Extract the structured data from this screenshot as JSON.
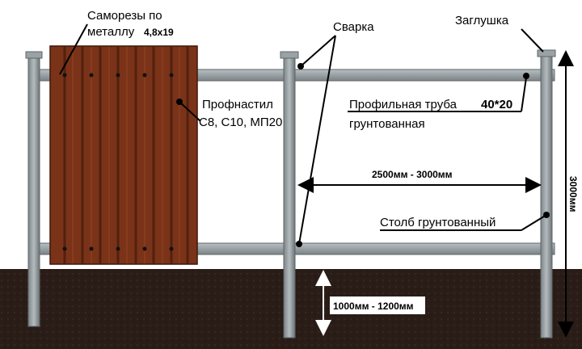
{
  "labels": {
    "screws_line1": "Саморезы по",
    "screws_line2": "металлу",
    "screws_size": "4,8х19",
    "welding": "Сварка",
    "cap": "Заглушка",
    "sheet_line1": "Профнастил",
    "sheet_line2": "С8, С10, МП20",
    "pipe_line1": "Профильная труба",
    "pipe_size": "40*20",
    "pipe_line2": "грунтованная",
    "span": "2500мм - 3000мм",
    "post": "Столб грунтованный",
    "height": "3000мм",
    "depth": "1000мм - 1200мм"
  },
  "colors": {
    "post": "#9aa2a5",
    "post_dark": "#6d7478",
    "sheet": "#7a3318",
    "sheet_dark": "#4a1c0c",
    "ground": "#2a1d18",
    "dim": "#ffffff"
  }
}
